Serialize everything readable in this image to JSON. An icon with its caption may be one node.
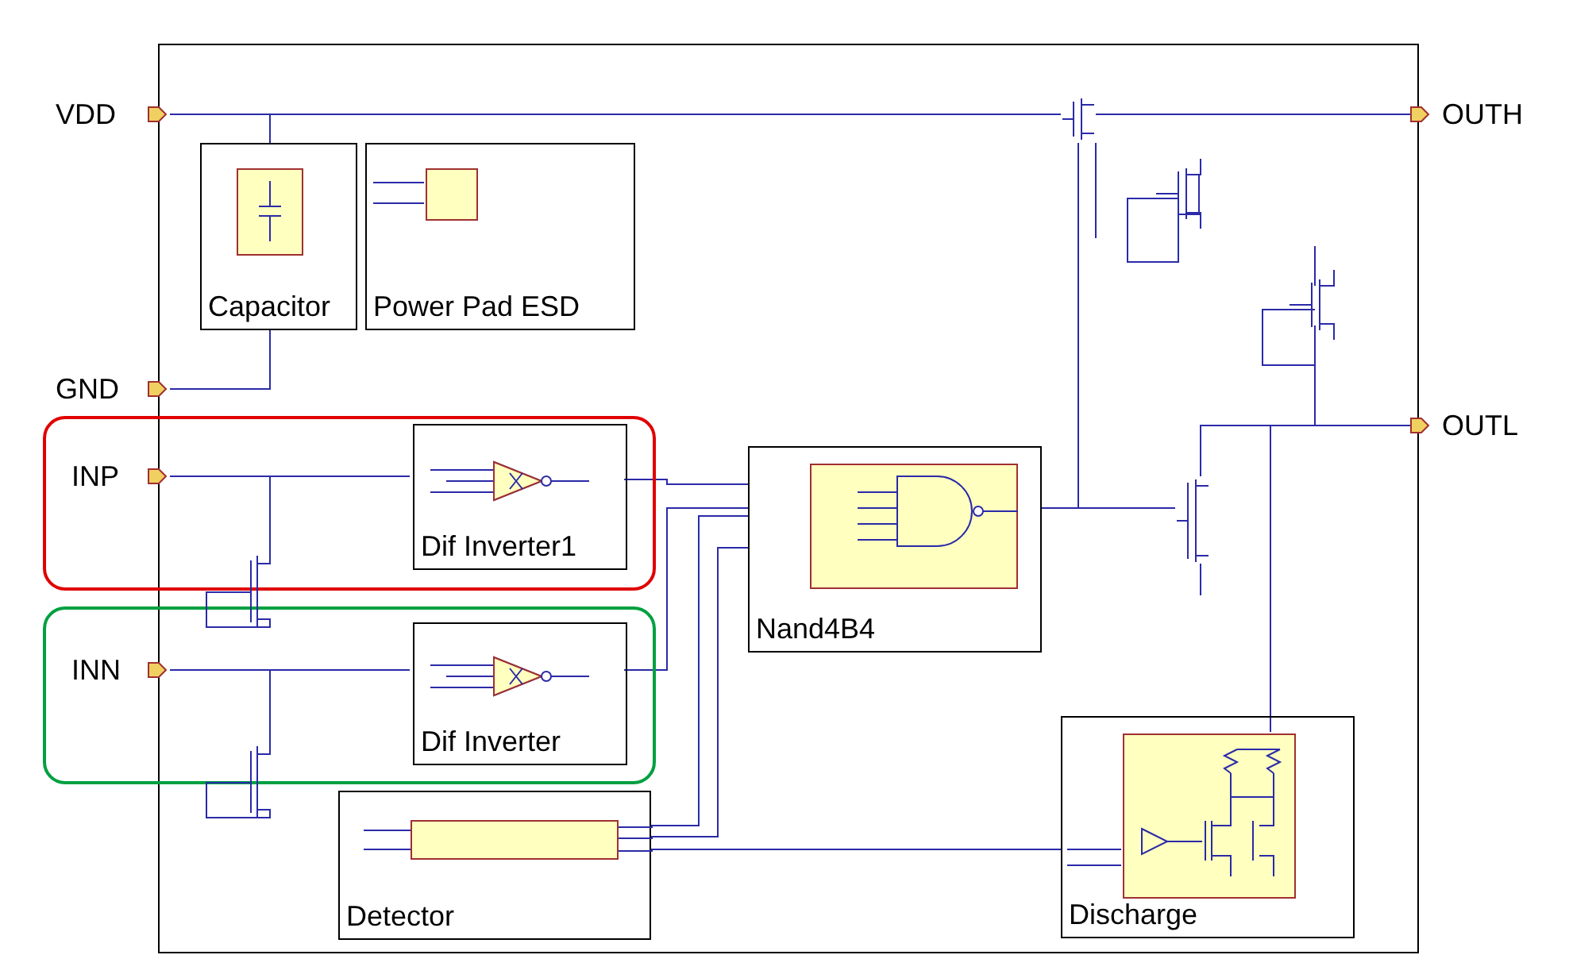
{
  "diagram": {
    "nodes": [
      {
        "text": [
          "VDD"
        ]
      },
      {
        "text": [
          "GND"
        ]
      },
      {
        "text": [
          "INP"
        ],
        "in": 8
      },
      {
        "text": [
          "INN"
        ],
        "in": 10
      },
      {
        "text": [
          "OUTH"
        ]
      },
      {
        "text": [
          "OUTL"
        ]
      },
      {
        "text": [
          "Capacitor"
        ]
      },
      {
        "text": [
          "Power Pad ESD"
        ]
      },
      {
        "text": [],
        "shape": "box"
      },
      {
        "text": [
          "Dif Inverter1"
        ],
        "in": 8
      },
      {
        "text": [],
        "shape": "box"
      },
      {
        "text": [
          "Dif Inverter"
        ],
        "in": 10
      },
      {
        "text": [
          "Nand4B4"
        ]
      },
      {
        "text": [
          "Detector"
        ]
      },
      {
        "text": [
          "Discharge"
        ]
      },
      {
        "text": [],
        "shape": "transistor"
      },
      {
        "text": [],
        "shape": "transistor"
      },
      {
        "text": [],
        "shape": "transistor"
      },
      {
        "text": [],
        "shape": "transistor"
      }
    ],
    "edges": [
      {
        "from": 0,
        "to": 6,
        "arrow": "none"
      },
      {
        "from": 0,
        "to": 15,
        "arrow": "none"
      },
      {
        "from": 15,
        "to": 4,
        "arrow": "none"
      },
      {
        "from": 1,
        "to": 6,
        "arrow": "none"
      },
      {
        "from": 2,
        "to": 9,
        "arrow": "none"
      },
      {
        "from": 3,
        "to": 11,
        "arrow": "none"
      },
      {
        "from": 9,
        "to": 12,
        "arrow": "none"
      },
      {
        "from": 11,
        "to": 12,
        "arrow": "none"
      },
      {
        "from": 13,
        "to": 12,
        "arrow": "none"
      },
      {
        "from": 13,
        "to": 14,
        "arrow": "none"
      },
      {
        "from": 12,
        "to": 15,
        "arrow": "none"
      },
      {
        "from": 12,
        "to": 16,
        "arrow": "none"
      },
      {
        "from": 16,
        "to": 5,
        "arrow": "none"
      },
      {
        "from": 16,
        "to": 14,
        "arrow": "none"
      },
      {
        "from": 13,
        "to": 12,
        "arrow": "none"
      },
      {
        "from": 2,
        "to": 17,
        "arrow": "none"
      },
      {
        "from": 3,
        "to": 18,
        "arrow": "none"
      }
    ]
  }
}
